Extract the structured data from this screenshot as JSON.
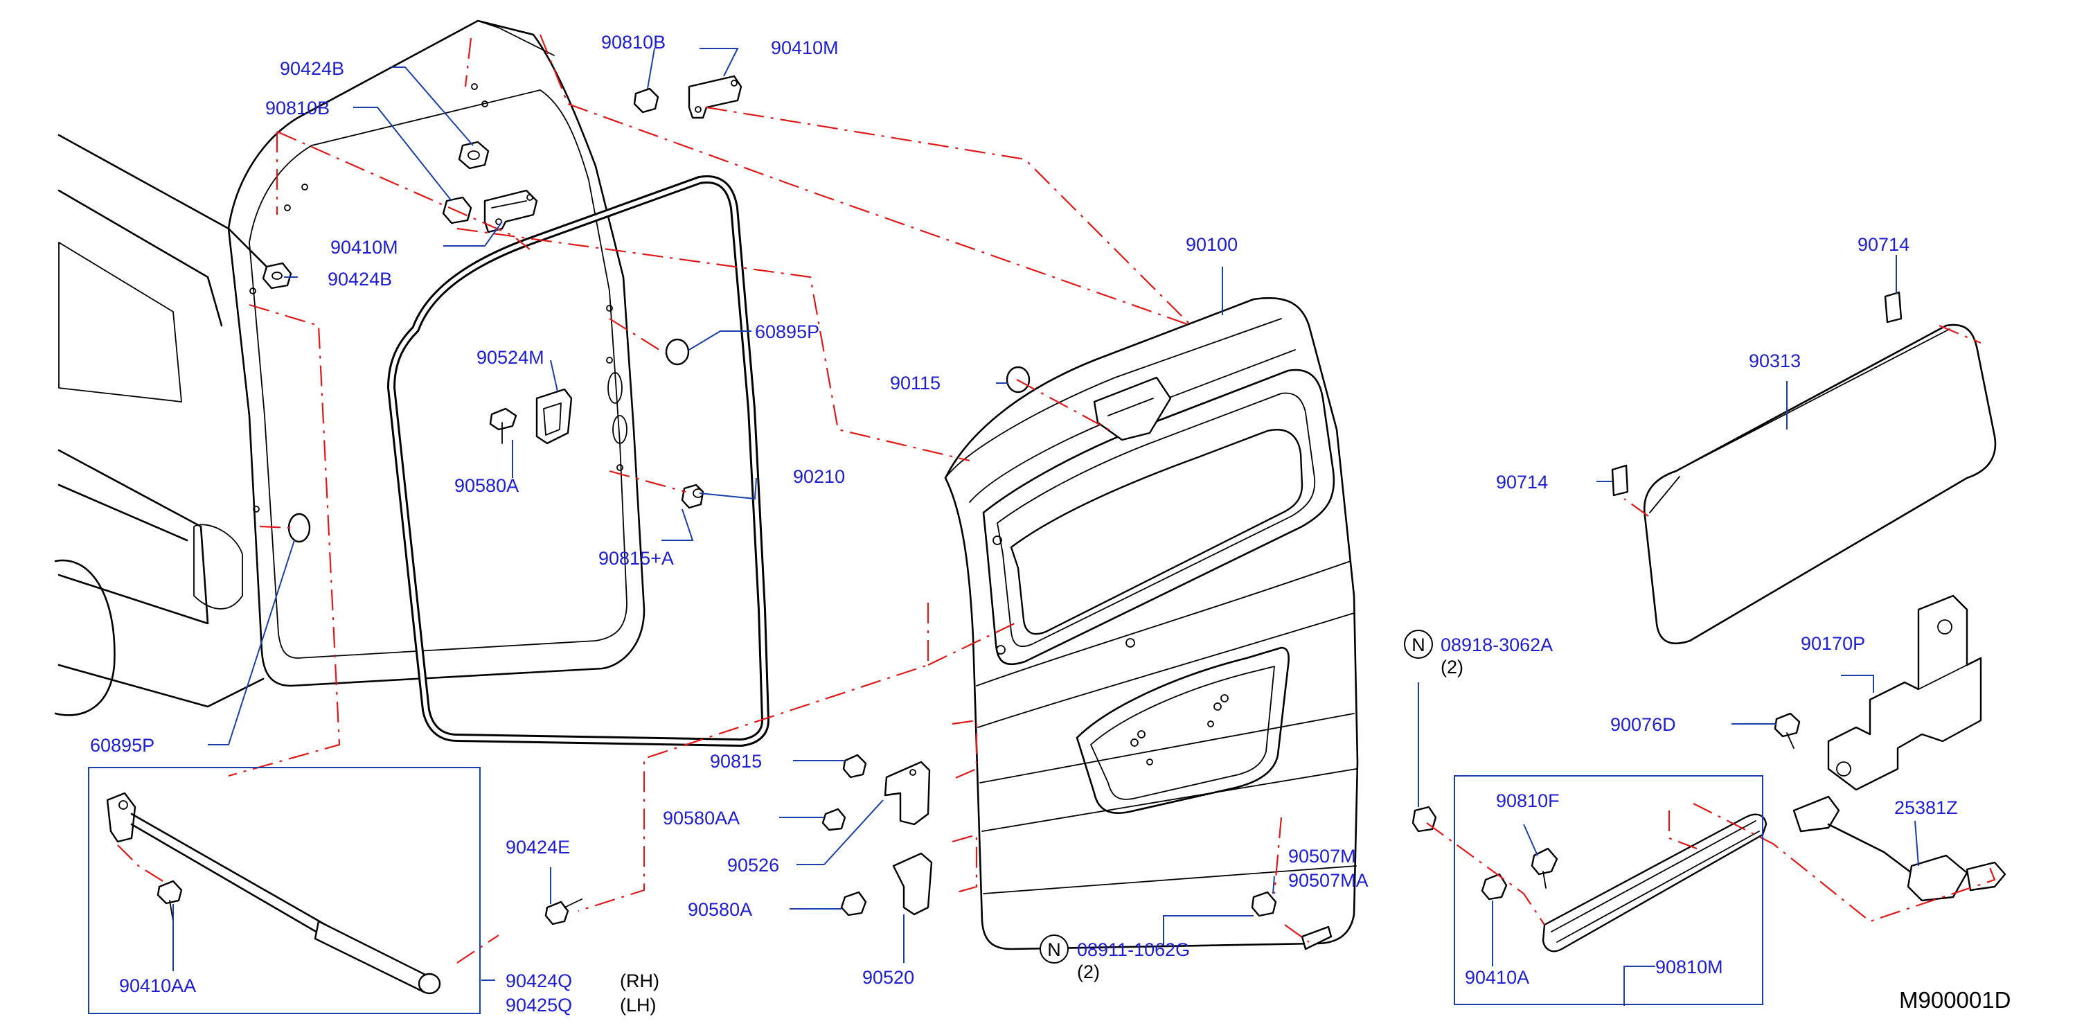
{
  "diagram_code": "M900001D",
  "labels": {
    "l_90424B_top": "90424B",
    "l_90810B_left": "90810B",
    "l_90810B_top": "90810B",
    "l_90410M_top": "90410M",
    "l_90410M_left": "90410M",
    "l_90424B_mid": "90424B",
    "l_90524M": "90524M",
    "l_60895P_right": "60895P",
    "l_90580A_upper": "90580A",
    "l_90210": "90210",
    "l_90815A": "90815+A",
    "l_60895P_left": "60895P",
    "l_90100": "90100",
    "l_90115": "90115",
    "l_90714_top": "90714",
    "l_90313": "90313",
    "l_90714_left": "90714",
    "l_08918": "08918-3062A",
    "l_90170P": "90170P",
    "l_90076D": "90076D",
    "l_90810F": "90810F",
    "l_25381Z": "25381Z",
    "l_90410A": "90410A",
    "l_90810M": "90810M",
    "l_90815": "90815",
    "l_90580AA": "90580AA",
    "l_90526": "90526",
    "l_90580A_lower": "90580A",
    "l_90520": "90520",
    "l_90507M": "90507M",
    "l_90507MA": "90507MA",
    "l_08911": "08911-1062G",
    "l_90424E": "90424E",
    "l_90410AA": "90410AA",
    "l_90424Q": "90424Q",
    "l_90425Q": "90425Q"
  },
  "notes": {
    "rh": "(RH)",
    "lh": "(LH)",
    "qty_08918": "(2)",
    "qty_08911": "(2)",
    "n_mark": "N"
  },
  "colors": {
    "label": "#1d1dd2",
    "leader": "#1a3fa8",
    "phantom_line": "#e01818",
    "outline": "#000000"
  }
}
